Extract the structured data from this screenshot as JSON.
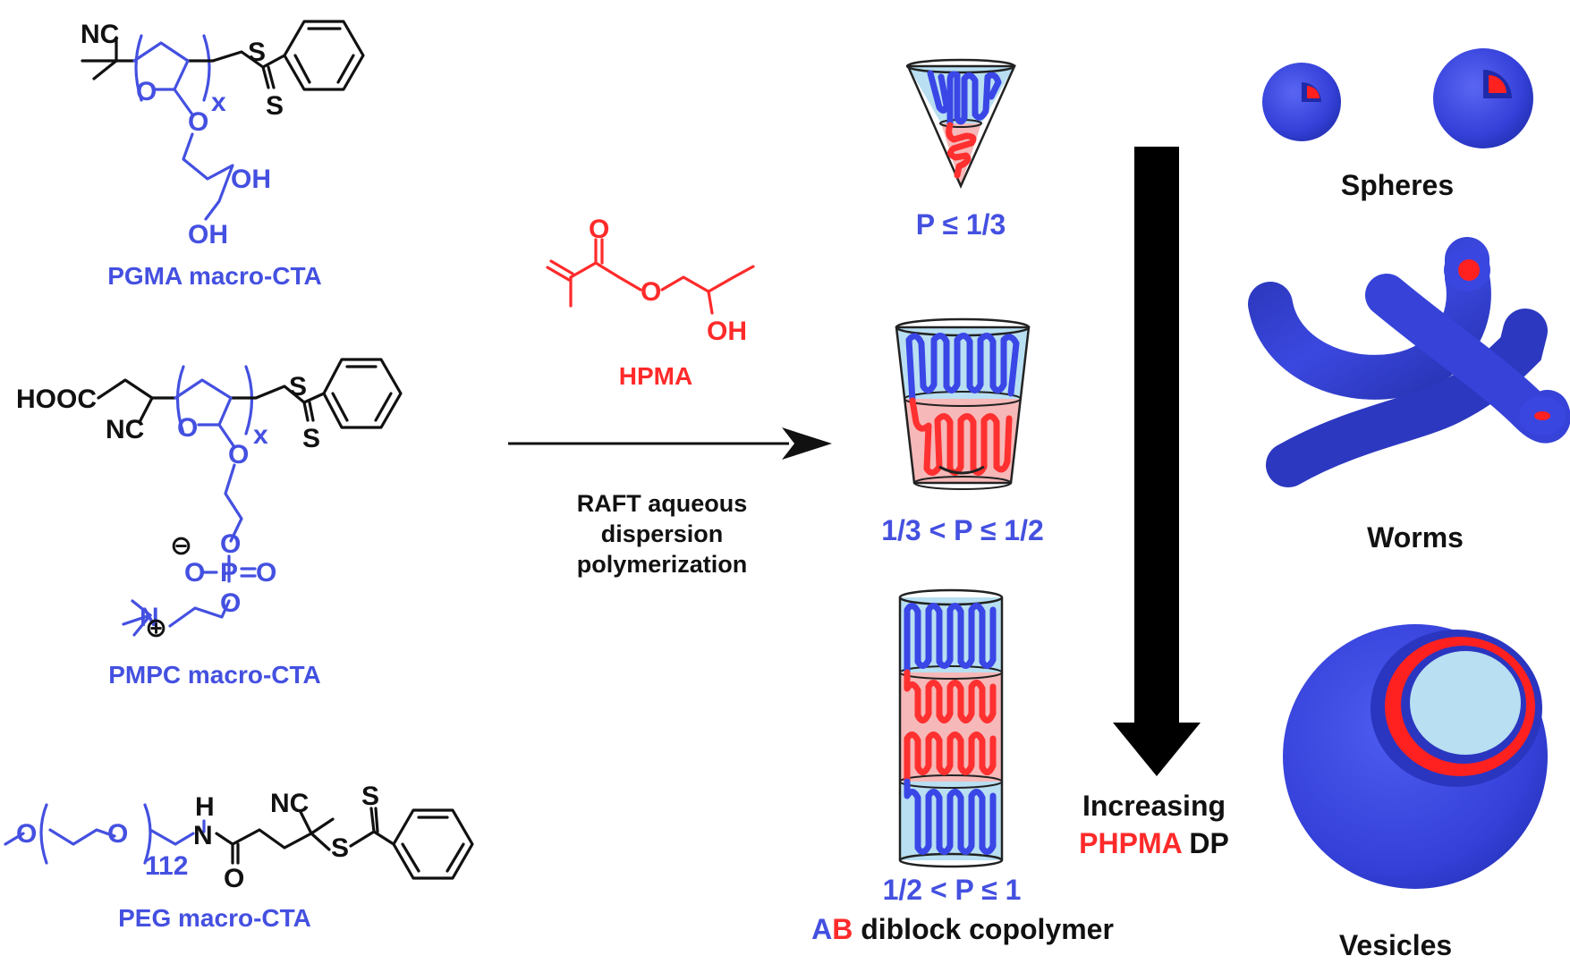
{
  "macro_ctas": {
    "pgma": {
      "name": "PGMA macro-CTA",
      "atoms": {
        "nc": "NC",
        "s1": "S",
        "s2": "S",
        "o1": "O",
        "o2": "O",
        "x": "x",
        "oh1": "OH",
        "oh2": "OH"
      }
    },
    "pmpc": {
      "name": "PMPC macro-CTA",
      "atoms": {
        "hooc": "HOOC",
        "nc": "NC",
        "s1": "S",
        "s2": "S",
        "o1": "O",
        "o2": "O",
        "x": "x",
        "o3": "O",
        "o4": "O",
        "p": "P",
        "o5": "O",
        "o6": "O",
        "n": "N",
        "minus": "⊖",
        "plus": "⊕"
      }
    },
    "peg": {
      "name": "PEG macro-CTA",
      "atoms": {
        "o1": "O",
        "o2": "O",
        "sub": "112",
        "h": "H",
        "n": "N",
        "o3": "O",
        "nc": "NC",
        "s1": "S",
        "s2": "S"
      }
    }
  },
  "monomer": {
    "name": "HPMA",
    "atoms": {
      "o1": "O",
      "o2": "O",
      "oh": "OH"
    }
  },
  "reaction": {
    "line1": "RAFT aqueous",
    "line2": "dispersion",
    "line3": "polymerization"
  },
  "packing": {
    "cone": "P ≤ 1/3",
    "truncated_cone": "1/3 < P ≤ 1/2",
    "cylinder": "1/2 < P ≤ 1",
    "copolymer_a": "A",
    "copolymer_b": "B",
    "copolymer_rest": " diblock copolymer"
  },
  "trend": {
    "line1": "Increasing",
    "highlight": "PHPMA",
    "rest": " DP"
  },
  "morphologies": {
    "spheres": "Spheres",
    "worms": "Worms",
    "vesicles": "Vesicles"
  },
  "colors": {
    "hydrophilic_blue": "#4450e0",
    "hydrophobic_red": "#ff2a2a",
    "text_black": "#111111"
  }
}
